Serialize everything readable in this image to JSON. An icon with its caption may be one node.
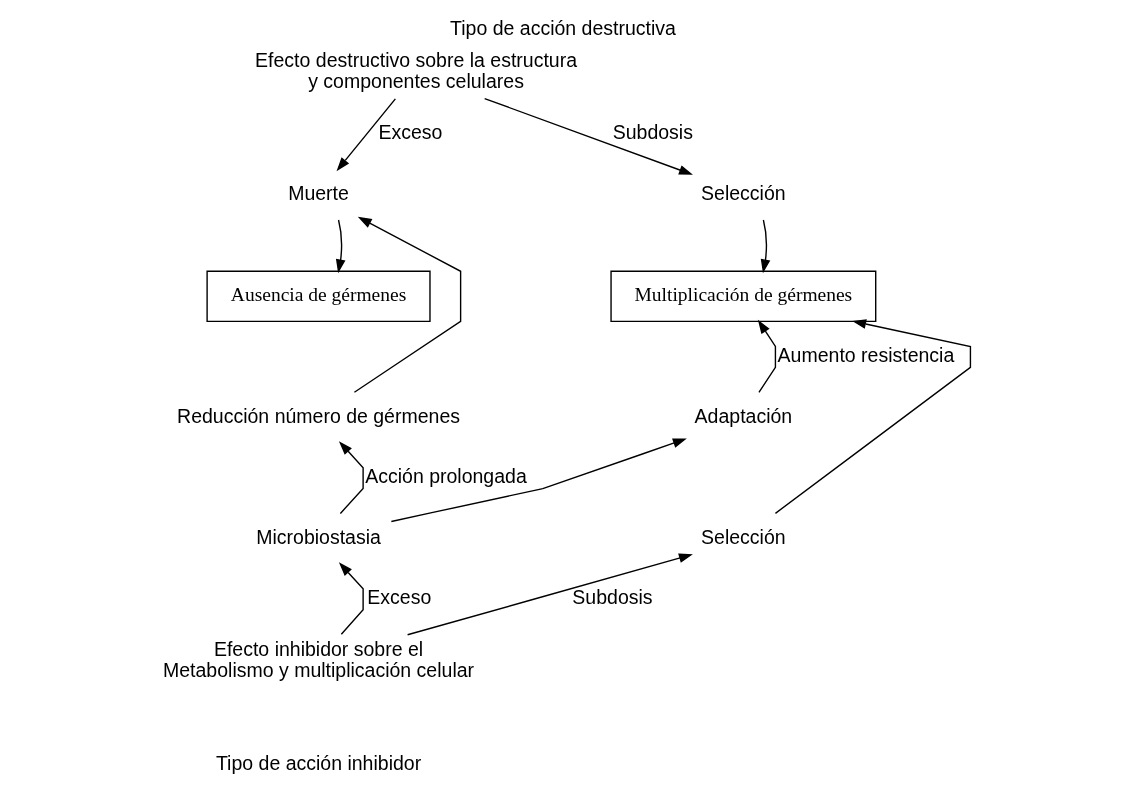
{
  "diagram": {
    "title": "Tipo de acción destructiva",
    "caption": "Tipo de acción inhibidor",
    "nodes": [
      {
        "text": [
          "Efecto destructivo sobre la estructura y componentes celulares"
        ]
      },
      {
        "text": [
          "Muerte"
        ]
      },
      {
        "text": [
          "Selección"
        ]
      },
      {
        "text": [
          "Ausencia de gérmenes"
        ]
      },
      {
        "text": [
          "Multiplicación de gérmenes"
        ]
      },
      {
        "text": [
          "Reducción número de gérmenes"
        ]
      },
      {
        "text": [
          "Adaptación"
        ]
      },
      {
        "text": [
          "Microbiostasia"
        ]
      },
      {
        "text": [
          "Selección"
        ]
      },
      {
        "text": [
          "Efecto inhibidor sobre el Metabolismo y multiplicación celular"
        ]
      }
    ],
    "edges": [
      {
        "from": 0,
        "to": 1,
        "arrow": "to",
        "label": "Exceso"
      },
      {
        "from": 0,
        "to": 2,
        "arrow": "to",
        "label": "Subdosis"
      },
      {
        "from": 1,
        "to": 3,
        "arrow": "to"
      },
      {
        "from": 2,
        "to": 4,
        "arrow": "to"
      },
      {
        "from": 5,
        "to": 1,
        "arrow": "to"
      },
      {
        "from": 7,
        "to": 5,
        "arrow": "to",
        "label": "Acción prolongada"
      },
      {
        "from": 7,
        "to": 6,
        "arrow": "to"
      },
      {
        "from": 6,
        "to": 4,
        "arrow": "to",
        "label": "Aumento resistencia"
      },
      {
        "from": 8,
        "to": 4,
        "arrow": "to"
      },
      {
        "from": 9,
        "to": 7,
        "arrow": "to",
        "label": "Exceso"
      },
      {
        "from": 9,
        "to": 8,
        "arrow": "to",
        "label": "Subdosis"
      }
    ]
  }
}
